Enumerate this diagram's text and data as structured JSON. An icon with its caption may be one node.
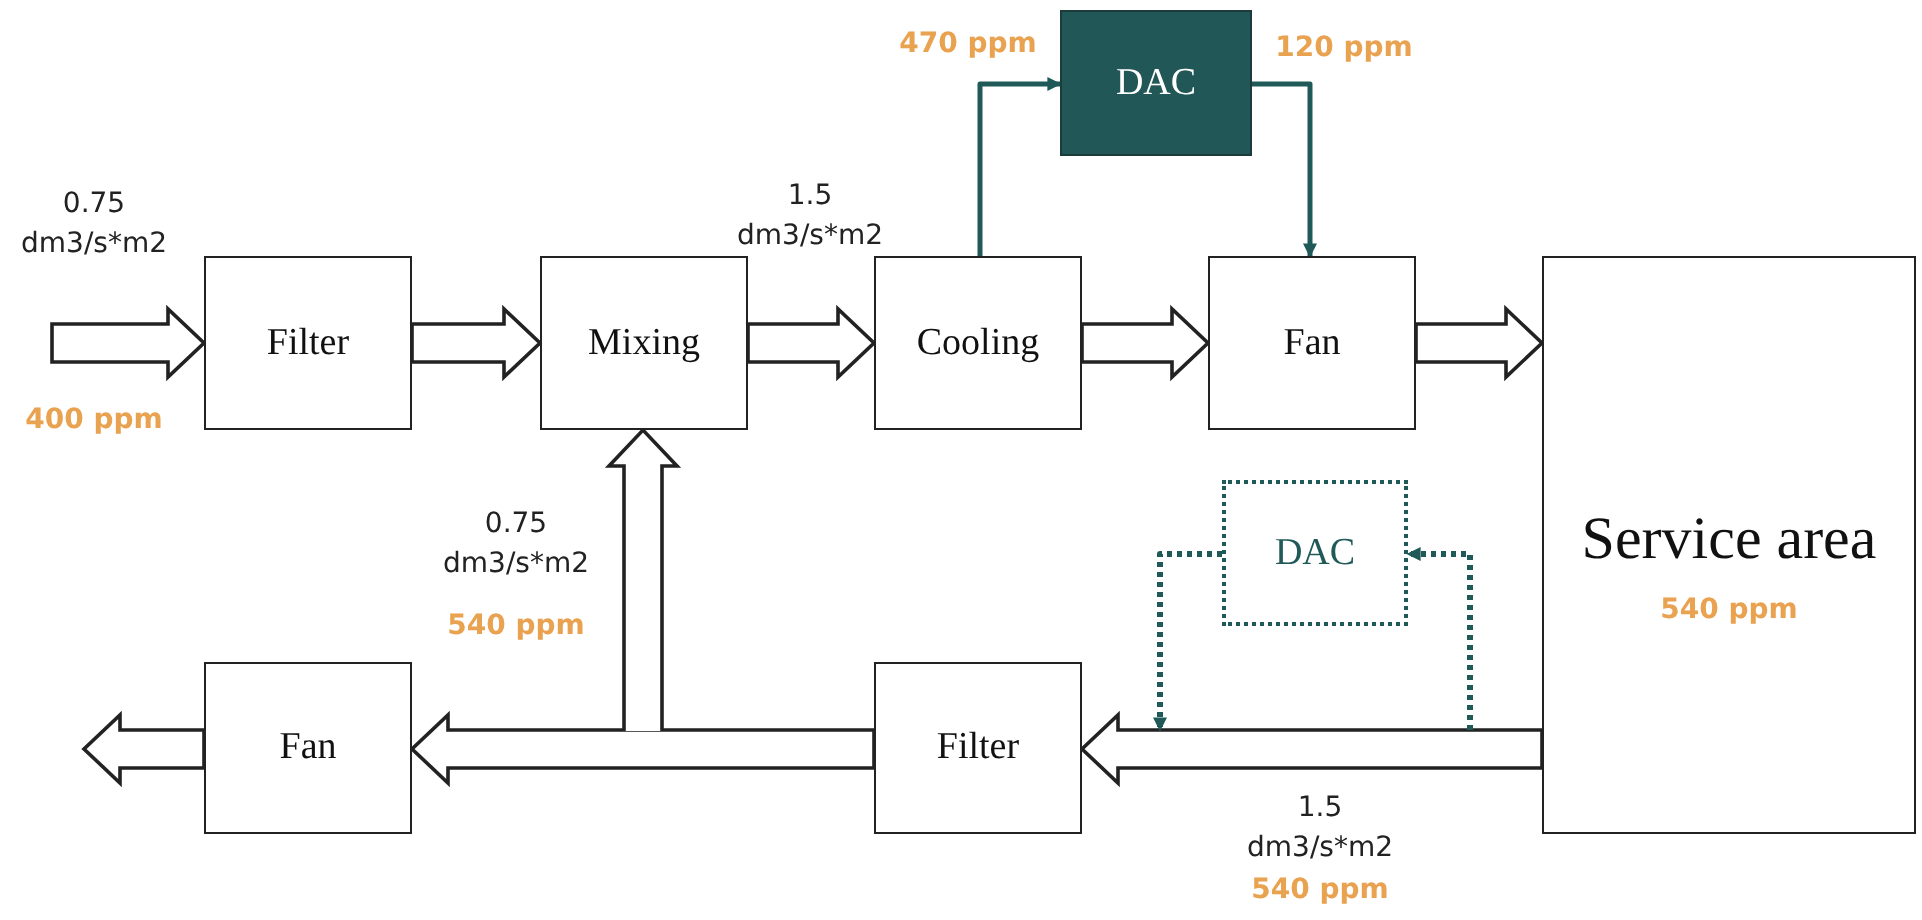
{
  "diagram": {
    "nodes": [
      {
        "text": [
          "Filter"
        ]
      },
      {
        "text": [
          "Mixing"
        ]
      },
      {
        "text": [
          "Cooling"
        ]
      },
      {
        "text": [
          "DAC"
        ]
      },
      {
        "text": [
          "Fan"
        ]
      },
      {
        "text": [
          "Service area",
          "540 ppm"
        ]
      },
      {
        "text": [
          "DAC"
        ]
      },
      {
        "text": [
          "Fan"
        ]
      },
      {
        "text": [
          "Filter"
        ]
      }
    ],
    "edges": [
      {
        "from": null,
        "to": 0,
        "arrow": "to"
      },
      {
        "from": 0,
        "to": 1,
        "arrow": "to"
      },
      {
        "from": 1,
        "to": 2,
        "arrow": "to"
      },
      {
        "from": 2,
        "to": 4,
        "arrow": "to"
      },
      {
        "from": 4,
        "to": 5,
        "arrow": "to"
      },
      {
        "from": 2,
        "to": 3,
        "arrow": "to",
        "color": "#1f5a58"
      },
      {
        "from": 3,
        "to": 4,
        "arrow": "to",
        "color": "#1f5a58"
      },
      {
        "from": 5,
        "to": 8,
        "arrow": "to"
      },
      {
        "from": 8,
        "to": 7,
        "arrow": "to"
      },
      {
        "from": 8,
        "to": 1,
        "arrow": "to"
      },
      {
        "from": 7,
        "to": null,
        "arrow": "to"
      },
      {
        "from": null,
        "to": 6,
        "arrow": "to",
        "style": "dashed",
        "color": "#1f5a58"
      },
      {
        "from": 6,
        "to": null,
        "arrow": "to",
        "style": "dashed",
        "color": "#1f5a58"
      }
    ],
    "labels": [
      "0.75 dm3/s*m2",
      "400 ppm",
      "1.5 dm3/s*m2",
      "470 ppm",
      "120 ppm",
      "0.75 dm3/s*m2",
      "540 ppm",
      "1.5 dm3/s*m2",
      "540 ppm"
    ]
  }
}
